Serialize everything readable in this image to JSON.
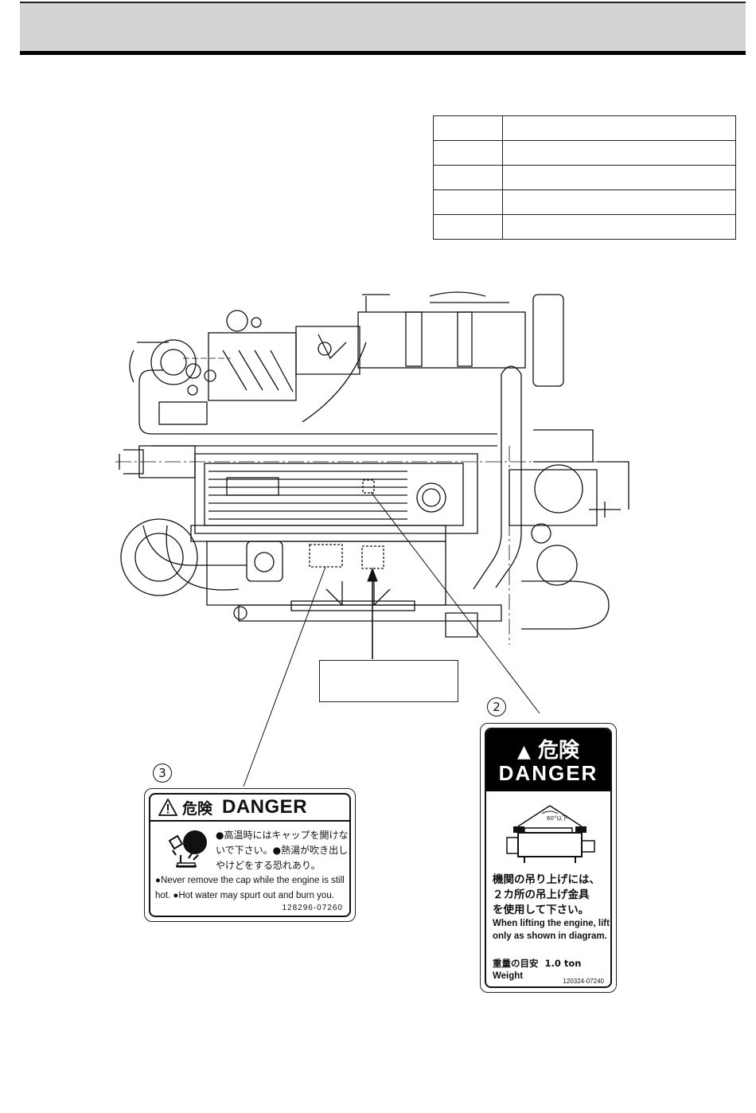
{
  "label2": {
    "number": "2",
    "title_jp": "危険",
    "title_en": "DANGER",
    "angle_note": "60°以下",
    "text_jp": [
      "機関の吊り上げには、",
      "２カ所の吊上げ金具",
      "を使用して下さい。"
    ],
    "text_en": "When lifting the engine, lift only as shown in diagram.",
    "weight_jp": "重量の目安",
    "weight_value": "1.0 ton",
    "weight_en": "Weight",
    "part_code": "120324-07240"
  },
  "label3": {
    "number": "3",
    "title_jp": "危険",
    "title_en": "DANGER",
    "text_jp": "●高温時にはキャップを開けないで下さい。●熱湯が吹き出しやけどをする恐れあり。",
    "text_en": "●Never remove the cap while the engine is still hot. ●Hot water may spurt out and burn you.",
    "part_code": "128296-07260"
  },
  "icons": [
    "warning-triangle-icon",
    "hot-cap-hand-icon",
    "lifting-diagram-icon"
  ]
}
